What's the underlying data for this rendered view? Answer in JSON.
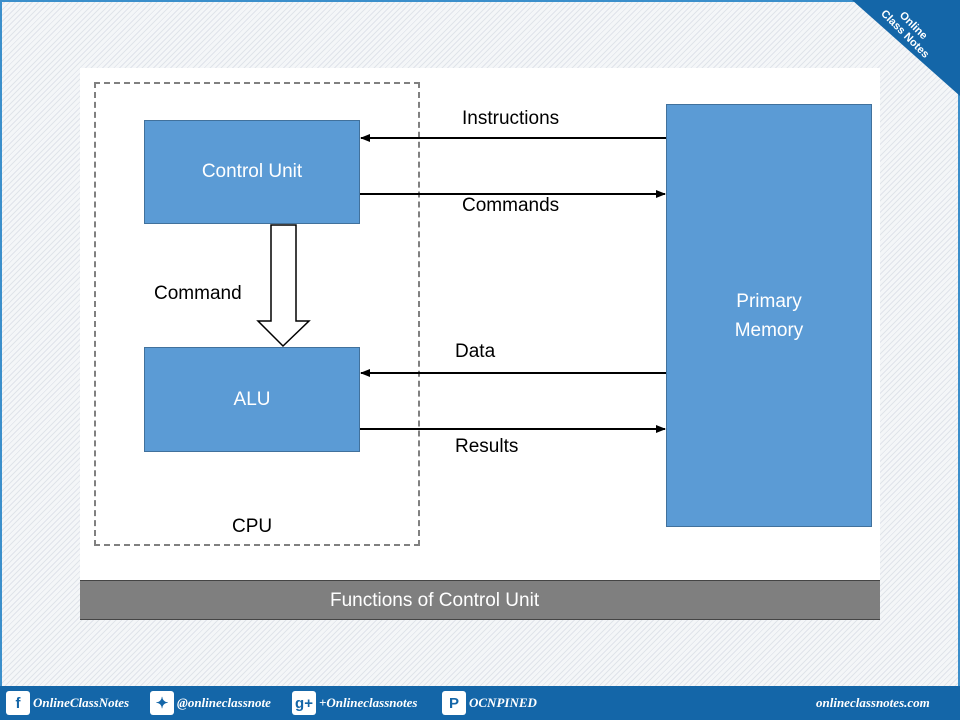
{
  "diagram": {
    "control_unit": "Control Unit",
    "alu": "ALU",
    "primary_memory_line1": "Primary",
    "primary_memory_line2": "Memory",
    "cpu_label": "CPU",
    "arrow_labels": {
      "instructions": "Instructions",
      "commands": "Commands",
      "command": "Command",
      "data": "Data",
      "results": "Results"
    },
    "caption": "Functions of Control Unit"
  },
  "badge": {
    "line1": "Online",
    "line2": "Class Notes"
  },
  "footer": {
    "facebook": "OnlineClassNotes",
    "twitter": "@onlineclassnote",
    "googleplus": "+Onlineclassnotes",
    "pinterest": "OCNPINED",
    "website": "onlineclassnotes.com"
  },
  "colors": {
    "box_fill": "#5b9bd5",
    "box_border": "#41719c",
    "caption_bar": "#7f7f7f",
    "brand_blue": "#1466a8"
  }
}
